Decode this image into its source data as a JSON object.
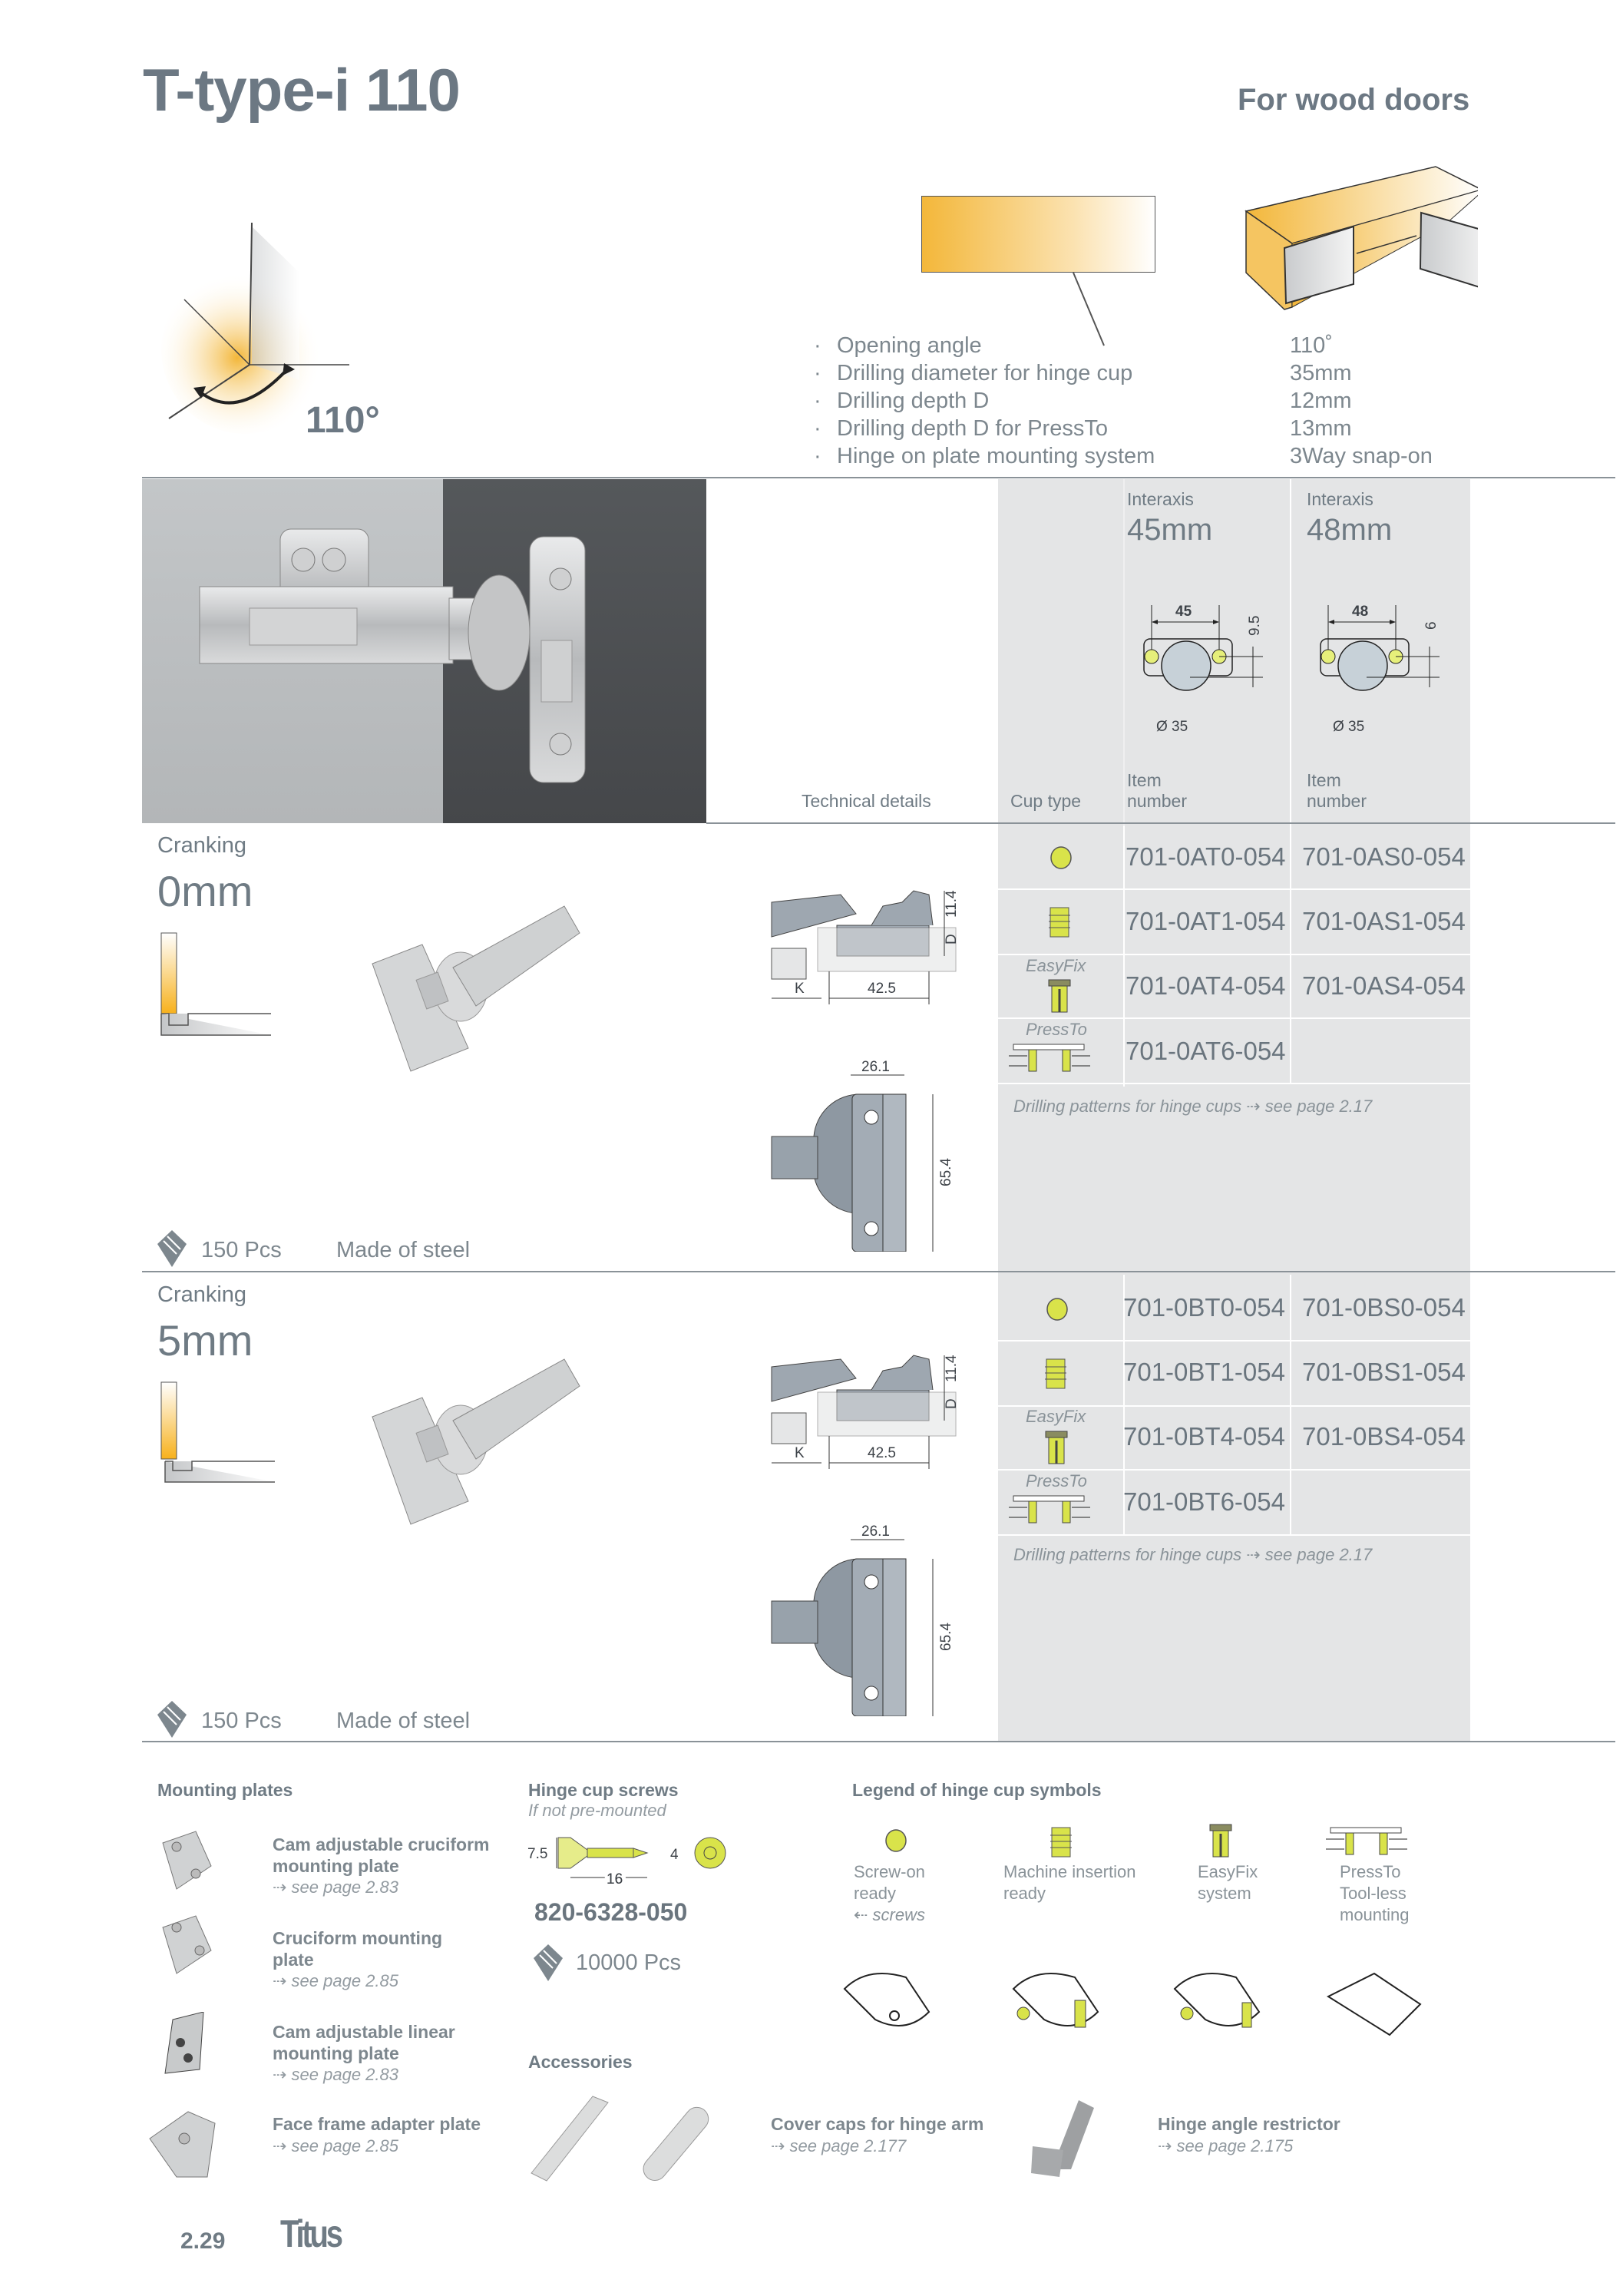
{
  "header": {
    "title": "T-type-i 110",
    "subtitle": "For wood doors",
    "angle_label": "110°"
  },
  "specs": [
    {
      "label": "Opening angle",
      "value": "110˚"
    },
    {
      "label": "Drilling diameter for hinge cup",
      "value": "35mm"
    },
    {
      "label": "Drilling depth D",
      "value": "12mm"
    },
    {
      "label": "Drilling depth D for PressTo",
      "value": "13mm"
    },
    {
      "label": "Hinge on plate mounting system",
      "value": "3Way snap-on"
    }
  ],
  "table_header": {
    "technical_details": "Technical details",
    "cup_type": "Cup type",
    "columns": [
      {
        "interaxis_label": "Interaxis",
        "interaxis_value": "45mm",
        "item_label_1": "Item",
        "item_label_2": "number",
        "dim_width": "45",
        "dim_offset": "9.5",
        "dim_diameter": "Ø 35"
      },
      {
        "interaxis_label": "Interaxis",
        "interaxis_value": "48mm",
        "item_label_1": "Item",
        "item_label_2": "number",
        "dim_width": "48",
        "dim_offset": "6",
        "dim_diameter": "Ø 35"
      }
    ]
  },
  "sections": [
    {
      "cranking_label": "Cranking",
      "cranking_value": "0mm",
      "pack_qty": "150 Pcs",
      "material": "Made of steel",
      "tech_dims": {
        "h": "11.4",
        "d": "D",
        "k": "K",
        "w": "42.5",
        "plate_w": "26.1",
        "plate_h": "65.4"
      },
      "rows": [
        {
          "cup": "screw-on",
          "cup_label": "",
          "item_45": "701-0AT0-054",
          "item_48": "701-0AS0-054"
        },
        {
          "cup": "machine-insertion",
          "cup_label": "",
          "item_45": "701-0AT1-054",
          "item_48": "701-0AS1-054"
        },
        {
          "cup": "easyfix",
          "cup_label": "EasyFix",
          "item_45": "701-0AT4-054",
          "item_48": "701-0AS4-054"
        },
        {
          "cup": "pressto",
          "cup_label": "PressTo",
          "item_45": "701-0AT6-054",
          "item_48": ""
        }
      ],
      "note": "Drilling patterns for hinge cups ⇢ see page 2.17"
    },
    {
      "cranking_label": "Cranking",
      "cranking_value": "5mm",
      "pack_qty": "150 Pcs",
      "material": "Made of steel",
      "tech_dims": {
        "h": "11.4",
        "d": "D",
        "k": "K",
        "w": "42.5",
        "plate_w": "26.1",
        "plate_h": "65.4"
      },
      "rows": [
        {
          "cup": "screw-on",
          "cup_label": "",
          "item_45": "701-0BT0-054",
          "item_48": "701-0BS0-054"
        },
        {
          "cup": "machine-insertion",
          "cup_label": "",
          "item_45": "701-0BT1-054",
          "item_48": "701-0BS1-054"
        },
        {
          "cup": "easyfix",
          "cup_label": "EasyFix",
          "item_45": "701-0BT4-054",
          "item_48": "701-0BS4-054"
        },
        {
          "cup": "pressto",
          "cup_label": "PressTo",
          "item_45": "701-0BT6-054",
          "item_48": ""
        }
      ],
      "note": "Drilling patterns for hinge cups ⇢ see page 2.17"
    }
  ],
  "mounting_plates": {
    "title": "Mounting plates",
    "items": [
      {
        "name_1": "Cam adjustable cruciform",
        "name_2": "mounting plate",
        "see": "⇢ see page 2.83"
      },
      {
        "name_1": "Cruciform mounting",
        "name_2": "plate",
        "see": "⇢ see page 2.85"
      },
      {
        "name_1": "Cam adjustable linear",
        "name_2": "mounting plate",
        "see": "⇢ see page 2.83"
      },
      {
        "name_1": "Face frame adapter plate",
        "name_2": "",
        "see": "⇢ see page 2.85"
      }
    ]
  },
  "screws": {
    "title": "Hinge cup screws",
    "subtitle": "If not pre-mounted",
    "dim_head": "7.5",
    "dim_length": "16",
    "dim_shank": "4",
    "item_number": "820-6328-050",
    "pack_qty": "10000 Pcs"
  },
  "legend": {
    "title": "Legend of hinge cup symbols",
    "items": [
      {
        "line1": "Screw-on",
        "line2": "ready",
        "line3": "⇠ screws"
      },
      {
        "line1": "Machine insertion",
        "line2": "ready",
        "line3": ""
      },
      {
        "line1": "EasyFix",
        "line2": "system",
        "line3": ""
      },
      {
        "line1": "PressTo",
        "line2": "Tool-less",
        "line3": "mounting"
      }
    ]
  },
  "accessories": {
    "title": "Accessories",
    "items": [
      {
        "name": "Cover caps for hinge arm",
        "see": "⇢ see page 2.177"
      },
      {
        "name": "Hinge angle restrictor",
        "see": "⇢ see page 2.175"
      }
    ]
  },
  "footer": {
    "page_number": "2.29",
    "brand": "Titus"
  },
  "colors": {
    "text_gray": "#6f7b84",
    "panel_gray": "#e4e5e6",
    "accent_orange": "#f3b73a",
    "cup_yellow": "#d6e14a"
  }
}
